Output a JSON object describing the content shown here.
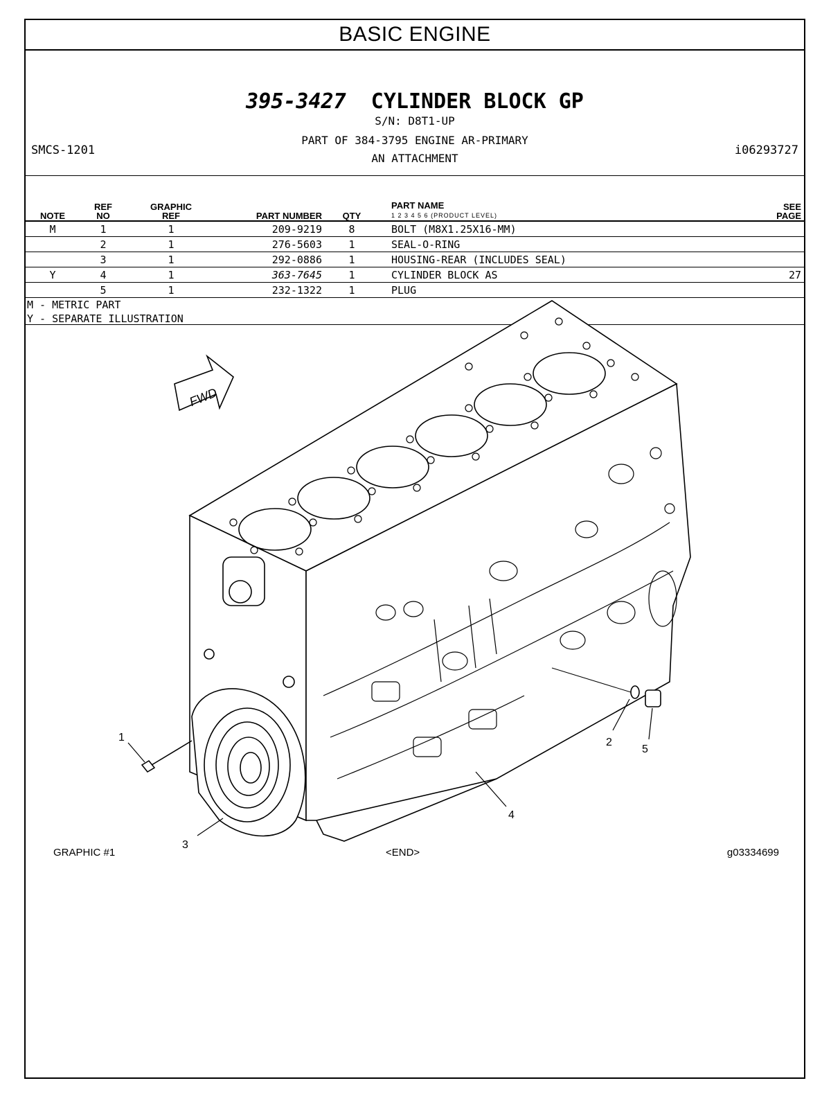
{
  "section_title": "BASIC ENGINE",
  "group": {
    "part_number": "395-3427",
    "name": "CYLINDER BLOCK GP",
    "serial": "S/N: D8T1-UP",
    "part_of": "PART OF 384-3795 ENGINE AR-PRIMARY",
    "attachment": "AN ATTACHMENT"
  },
  "smcs": "SMCS-1201",
  "doc_id": "i06293727",
  "columns": {
    "note": "NOTE",
    "ref_no_1": "REF",
    "ref_no_2": "NO",
    "graphic_ref_1": "GRAPHIC",
    "graphic_ref_2": "REF",
    "part_number": "PART NUMBER",
    "qty": "QTY",
    "part_name": "PART NAME",
    "product_levels": "1 2 3 4 5 6",
    "product_level_label": "(PRODUCT LEVEL)",
    "see_page_1": "SEE",
    "see_page_2": "PAGE"
  },
  "rows": [
    {
      "note": "M",
      "ref": "1",
      "gref": "1",
      "pn": "209-9219",
      "qty": "8",
      "name": "BOLT (M8X1.25X16-MM)",
      "page": ""
    },
    {
      "note": "",
      "ref": "2",
      "gref": "1",
      "pn": "276-5603",
      "qty": "1",
      "name": "SEAL-O-RING",
      "page": ""
    },
    {
      "note": "",
      "ref": "3",
      "gref": "1",
      "pn": "292-0886",
      "qty": "1",
      "name": "HOUSING-REAR (INCLUDES SEAL)",
      "page": ""
    },
    {
      "note": "Y",
      "ref": "4",
      "gref": "1",
      "pn": "363-7645",
      "qty": "1",
      "name": "CYLINDER BLOCK AS",
      "page": "27"
    },
    {
      "note": "",
      "ref": "5",
      "gref": "1",
      "pn": "232-1322",
      "qty": "1",
      "name": "PLUG",
      "page": ""
    }
  ],
  "notes": [
    "M - METRIC PART",
    "Y - SEPARATE ILLUSTRATION"
  ],
  "illustration": {
    "fwd_label": "FWD",
    "callouts": [
      "1",
      "2",
      "3",
      "4",
      "5"
    ]
  },
  "footer": {
    "graphic": "GRAPHIC #1",
    "end": "<END>",
    "graphic_id": "g03334699"
  }
}
